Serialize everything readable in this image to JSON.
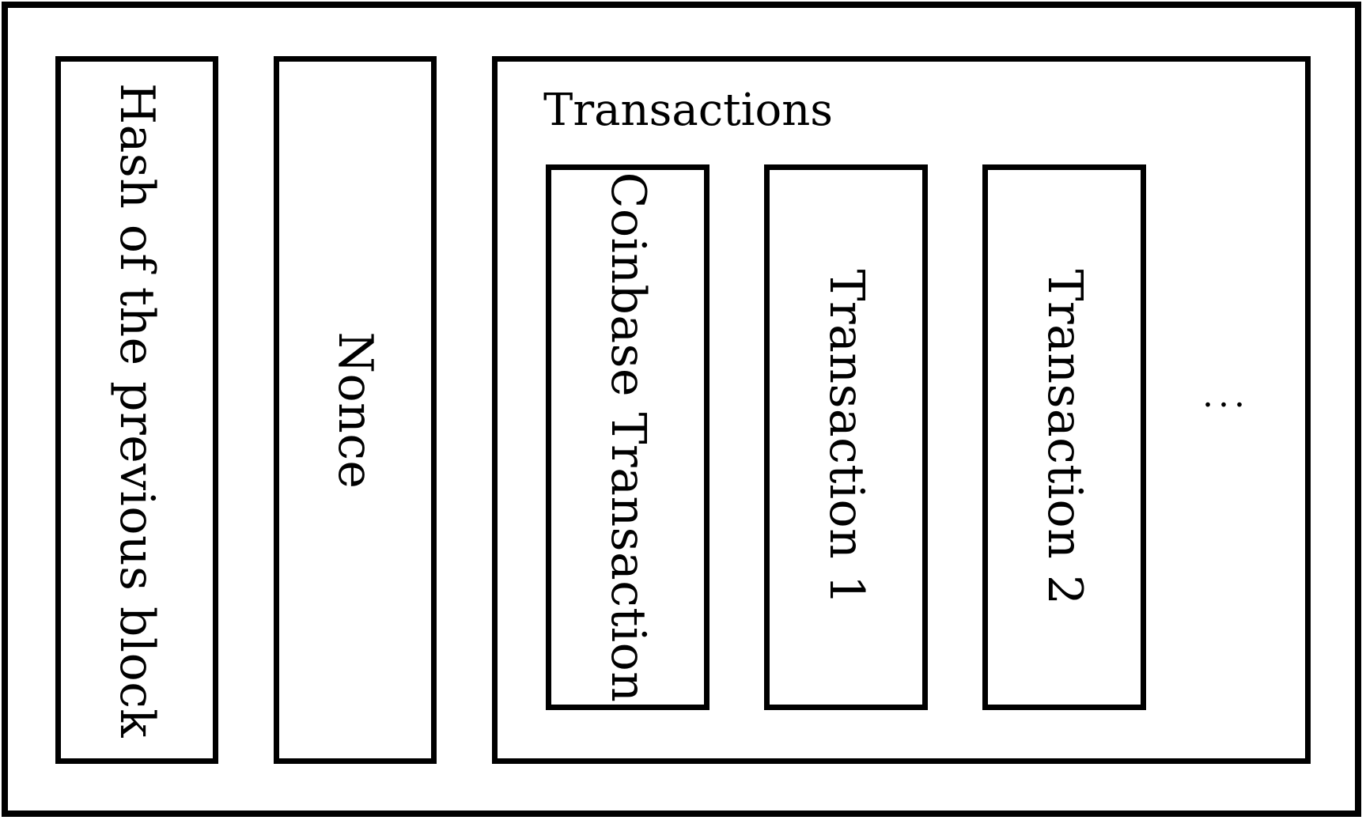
{
  "block": {
    "prev_hash_label": "Hash of the previous block",
    "nonce_label": "Nonce",
    "transactions": {
      "title": "Transactions",
      "items": [
        {
          "label": "Coinbase Transaction"
        },
        {
          "label": "Transaction 1"
        },
        {
          "label": "Transaction 2"
        }
      ],
      "ellipsis": "..."
    }
  },
  "colors": {
    "stroke": "#000000",
    "background": "#ffffff"
  }
}
